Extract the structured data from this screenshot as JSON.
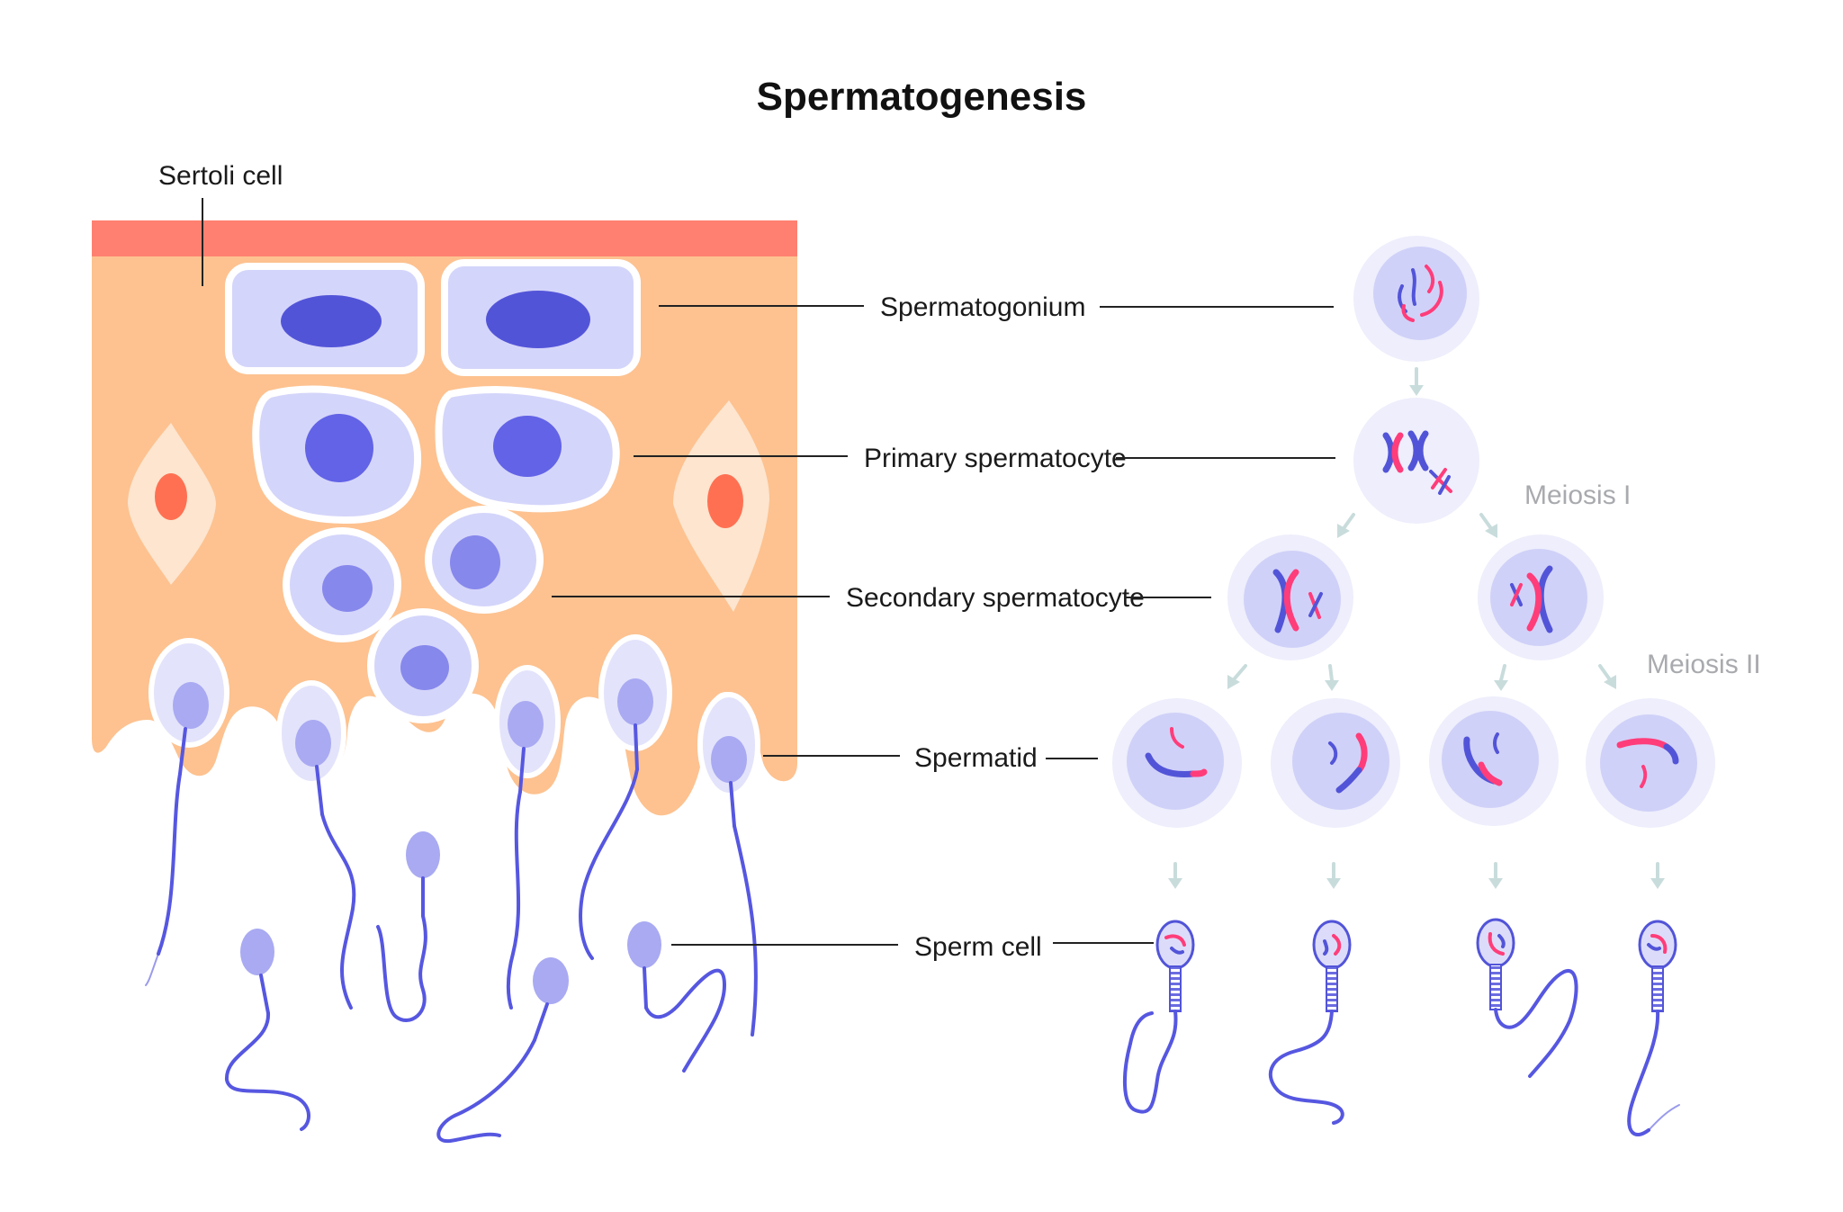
{
  "title": "Spermatogenesis",
  "labels": {
    "sertoli": "Sertoli cell",
    "spermatogonium": "Spermatogonium",
    "primary": "Primary spermatocyte",
    "secondary": "Secondary spermatocyte",
    "spermatid": "Spermatid",
    "sperm": "Sperm cell"
  },
  "stages": {
    "meiosis1": "Meiosis I",
    "meiosis2": "Meiosis II"
  },
  "colors": {
    "tissue": "#fdc290",
    "basement": "#ff8070",
    "cell_membrane": "#d4d5fa",
    "nucleus": "#5254d8",
    "chromosome_blue": "#5254d8",
    "chromosome_pink": "#ff3d7a",
    "arrow": "#c9dcdc"
  }
}
